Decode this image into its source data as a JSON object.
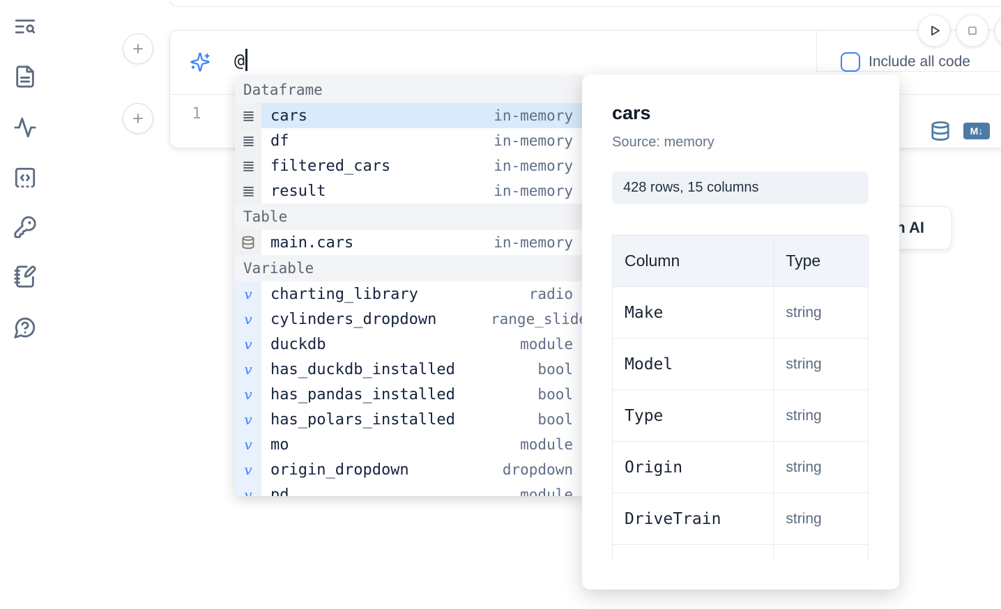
{
  "sidebar": {
    "icons": [
      {
        "name": "toc-search-icon"
      },
      {
        "name": "snippets-file-icon"
      },
      {
        "name": "tracing-activity-icon"
      },
      {
        "name": "code-snippet-icon"
      },
      {
        "name": "secrets-key-icon"
      },
      {
        "name": "scratchpad-notebook-icon"
      },
      {
        "name": "help-chat-icon"
      }
    ]
  },
  "toolbar": {
    "include_all_code_label": "Include all code"
  },
  "cell": {
    "prompt_value": "@",
    "line_number": "1",
    "markdown_badge": "M↓"
  },
  "ai_button": {
    "label": "with AI"
  },
  "autocomplete": {
    "sections": [
      {
        "label": "Dataframe",
        "items": [
          {
            "name": "cars",
            "type_label": "in-memory",
            "selected": true
          },
          {
            "name": "df",
            "type_label": "in-memory"
          },
          {
            "name": "filtered_cars",
            "type_label": "in-memory"
          },
          {
            "name": "result",
            "type_label": "in-memory"
          }
        ]
      },
      {
        "label": "Table",
        "items": [
          {
            "name": "main.cars",
            "type_label": "in-memory"
          }
        ]
      },
      {
        "label": "Variable",
        "items": [
          {
            "name": "charting_library",
            "type_label": "radio"
          },
          {
            "name": "cylinders_dropdown",
            "type_label": "range_slider"
          },
          {
            "name": "duckdb",
            "type_label": "module"
          },
          {
            "name": "has_duckdb_installed",
            "type_label": "bool"
          },
          {
            "name": "has_pandas_installed",
            "type_label": "bool"
          },
          {
            "name": "has_polars_installed",
            "type_label": "bool"
          },
          {
            "name": "mo",
            "type_label": "module"
          },
          {
            "name": "origin_dropdown",
            "type_label": "dropdown"
          },
          {
            "name": "pd",
            "type_label": "module"
          }
        ]
      }
    ]
  },
  "preview": {
    "title": "cars",
    "source": "Source: memory",
    "shape": "428 rows, 15 columns",
    "table": {
      "headers": [
        "Column",
        "Type"
      ],
      "rows": [
        {
          "column": "Make",
          "type": "string"
        },
        {
          "column": "Model",
          "type": "string"
        },
        {
          "column": "Type",
          "type": "string"
        },
        {
          "column": "Origin",
          "type": "string"
        },
        {
          "column": "DriveTrain",
          "type": "string"
        }
      ]
    }
  },
  "colors": {
    "accent_blue": "#3b82f6",
    "steel_blue": "#4e7ba6",
    "selected_row_bg": "#d8eafc",
    "sidebar_icon": "#5d6b80"
  }
}
